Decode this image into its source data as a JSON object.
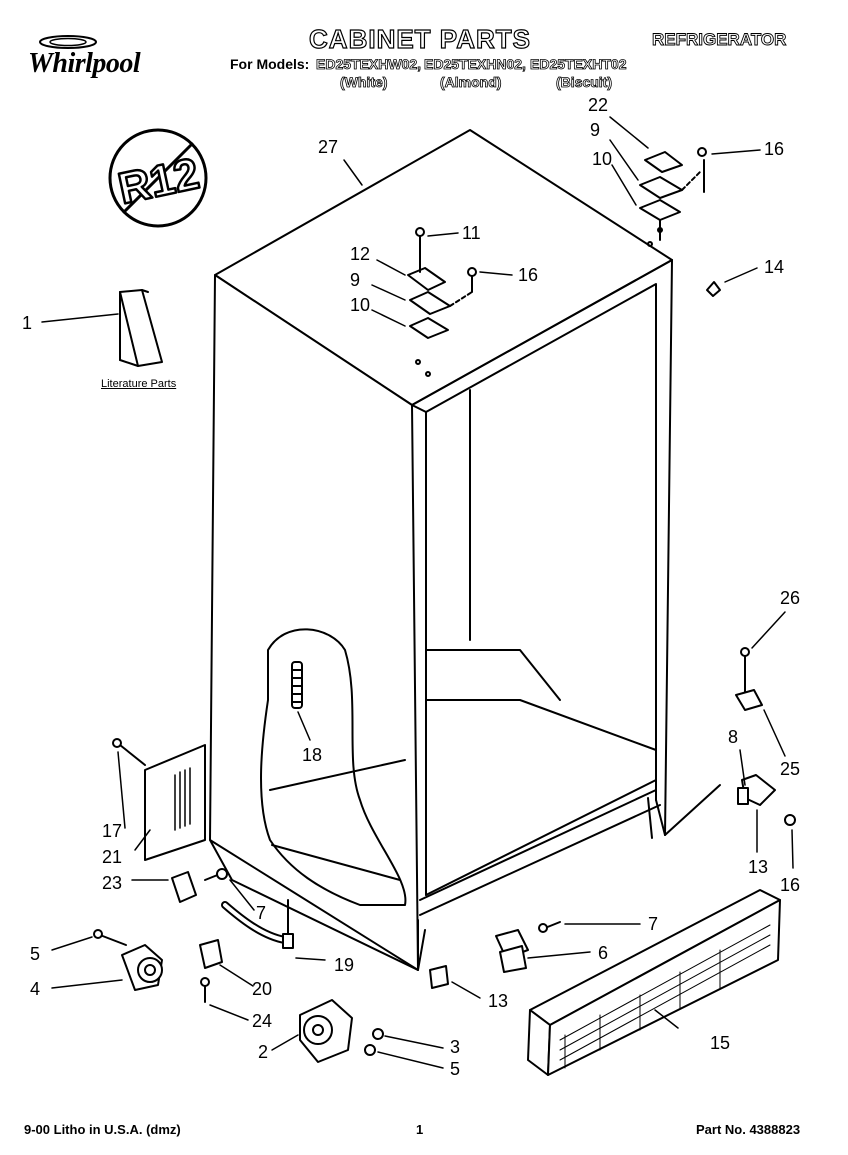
{
  "header": {
    "brand": "Whirlpool",
    "title": "CABINET PARTS",
    "product": "REFRIGERATOR",
    "models_label": "For Models:",
    "models": [
      {
        "model": "ED25TEXHW02,",
        "color": "(White)"
      },
      {
        "model": "ED25TEXHN02,",
        "color": "(Almond)"
      },
      {
        "model": "ED25TEXHT02",
        "color": "(Biscuit)"
      }
    ]
  },
  "badge": {
    "text": "R12"
  },
  "literature_label": "Literature Parts",
  "callouts": [
    "1",
    "2",
    "3",
    "4",
    "5",
    "5",
    "6",
    "7",
    "7",
    "8",
    "9",
    "9",
    "10",
    "10",
    "11",
    "12",
    "13",
    "13",
    "14",
    "15",
    "16",
    "16",
    "16",
    "17",
    "18",
    "19",
    "20",
    "21",
    "22",
    "23",
    "24",
    "25",
    "26",
    "27"
  ],
  "footer": {
    "litho": "9-00 Litho in U.S.A. (dmz)",
    "page": "1",
    "part_no": "Part No. 4388823"
  }
}
